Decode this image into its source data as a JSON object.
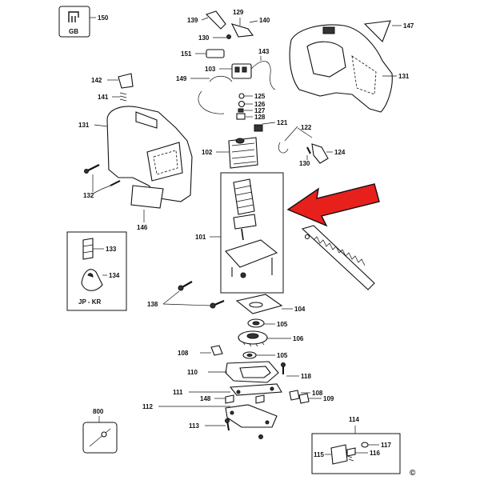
{
  "diagram": {
    "labels": {
      "l150": "150",
      "gb": "GB",
      "l139": "139",
      "l129": "129",
      "l140": "140",
      "l130a": "130",
      "l147": "147",
      "l151": "151",
      "l143": "143",
      "l103": "103",
      "l131a": "131",
      "l142": "142",
      "l149": "149",
      "l141": "141",
      "l125": "125",
      "l126": "126",
      "l127": "127",
      "l128": "128",
      "l131b": "131",
      "l121": "121",
      "l122": "122",
      "l102": "102",
      "l124": "124",
      "l130b": "130",
      "l132": "132",
      "l146": "146",
      "l101": "101",
      "l133": "133",
      "l134": "134",
      "jpkr": "JP - KR",
      "l138": "138",
      "l104": "104",
      "l105a": "105",
      "l106": "106",
      "l108a": "108",
      "l105b": "105",
      "l110": "110",
      "l118": "118",
      "l111": "111",
      "l108b": "108",
      "l148": "148",
      "l109": "109",
      "l800": "800",
      "l112": "112",
      "l114": "114",
      "l113": "113",
      "l117": "117",
      "l115": "115",
      "l116": "116",
      "copy": "©"
    },
    "arrow_color": "#e8201c"
  }
}
